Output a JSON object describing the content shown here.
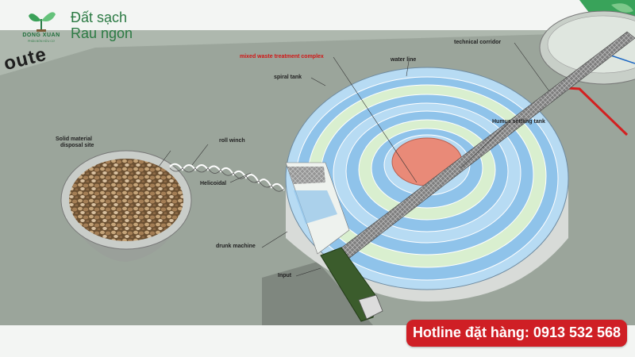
{
  "brand": {
    "logo_name": "DONG XUAN",
    "logo_tagline": "PHÂN BÓN HỮU CƠ",
    "tagline": [
      "Đất sạch",
      "Rau ngon"
    ]
  },
  "hotline": {
    "label": "Hotline đặt hàng: 0913 532 568",
    "phone_icon": "phone-icon",
    "color": "#cf1f25"
  },
  "diagram": {
    "route_text": "oute",
    "labels": {
      "mixed_waste": "mixed waste treatment complex",
      "water_line": "water line",
      "technical_corridor": "technical corridor",
      "spiral_tank": "spiral tank",
      "humus_settling_tank": "Humus settling tank",
      "solid_material": [
        "Solid material",
        "disposal site"
      ],
      "roll_winch": "roll winch",
      "helicoidal": "Helicoidal",
      "drunk_machine": "drunk machine",
      "input": "Input"
    },
    "colors": {
      "ground": "#9ba59b",
      "tank_outer": "#b7dbf3",
      "tank_blue": "#8fc3ea",
      "tank_green": "#d9efcf",
      "center": "#e98a78",
      "truck": "#3b5c2c",
      "pipe": "#d32020",
      "accent_green": "#39a35a"
    }
  }
}
